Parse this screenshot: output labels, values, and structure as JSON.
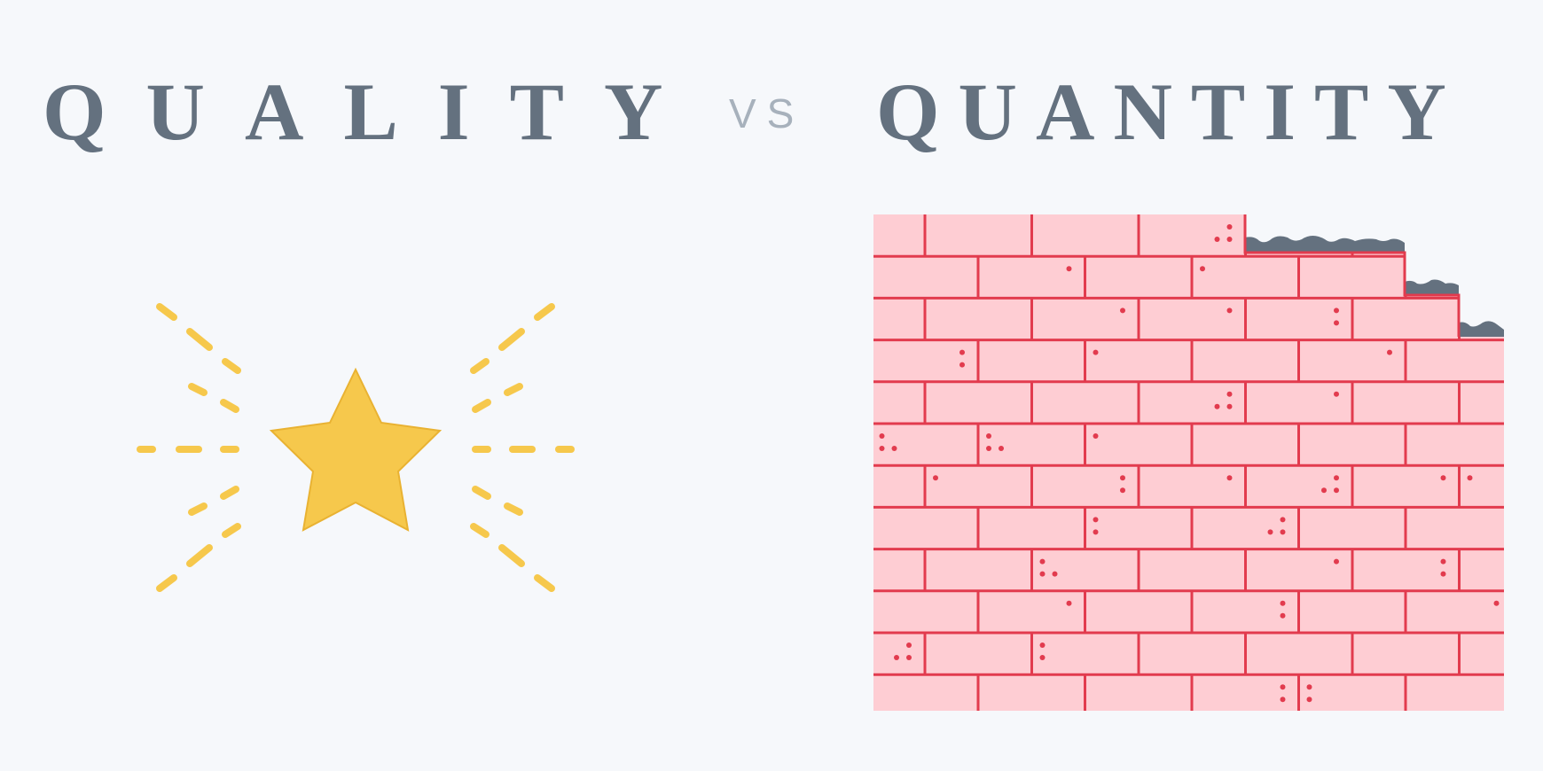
{
  "left_word": "QUALITY",
  "vs_word": "VS",
  "right_word": "QUANTITY",
  "colors": {
    "background": "#f6f8fb",
    "title_text": "#64717f",
    "vs_text": "#a7b1bc",
    "star_fill": "#f6c84c",
    "star_rays": "#f6c84c",
    "brick_fill": "#fecdd3",
    "brick_mortar": "#e23b4e",
    "brick_dots": "#e23b4e",
    "rubble": "#64717f"
  },
  "icons": {
    "left_illustration": "sparkling-star-icon",
    "right_illustration": "brick-wall-icon"
  }
}
